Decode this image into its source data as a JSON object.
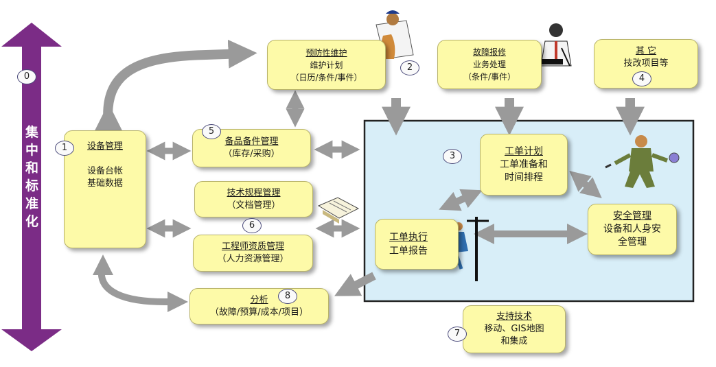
{
  "side_label": "集中和标准化",
  "badges": [
    "0",
    "1",
    "2",
    "3",
    "4",
    "5",
    "6",
    "7",
    "8"
  ],
  "boxes": {
    "equipment": {
      "title": "设备管理",
      "line1": "设备台帐",
      "line2": "基础数据"
    },
    "preventive": {
      "title": "预防性维护",
      "line1": "维护计划",
      "line2": "（日历/条件/事件）"
    },
    "fault": {
      "title": "故障报修",
      "line1": "业务处理",
      "line2": "（条件/事件）"
    },
    "other": {
      "title": "其 它",
      "line1": "技改项目等"
    },
    "spare_parts": {
      "title": "备品备件管理",
      "line1": "（库存/采购）"
    },
    "tech_rules": {
      "title": "技术规程管理",
      "line1": "（文档管理）"
    },
    "engineer": {
      "title": "工程师资质管理",
      "line1": "（人力资源管理）"
    },
    "analysis": {
      "title": "分析",
      "line1": "（故障/预算/成本/项目）"
    },
    "work_plan": {
      "title": "工单计划",
      "line1": "工单准备和",
      "line2": "时间排程"
    },
    "work_exec": {
      "title": "工单执行",
      "line1": "工单报告"
    },
    "safety": {
      "title": "安全管理",
      "line1": "设备和人身安",
      "line2": "全管理"
    },
    "support": {
      "title": "支持技术",
      "line1": "移动、GIS地图",
      "line2": "和集成"
    }
  },
  "colors": {
    "box_fill": "#fdfaa8",
    "arrow_gray": "#9a9a9a",
    "side_purple": "#7b2c86",
    "area_fill": "#d8eef8"
  }
}
